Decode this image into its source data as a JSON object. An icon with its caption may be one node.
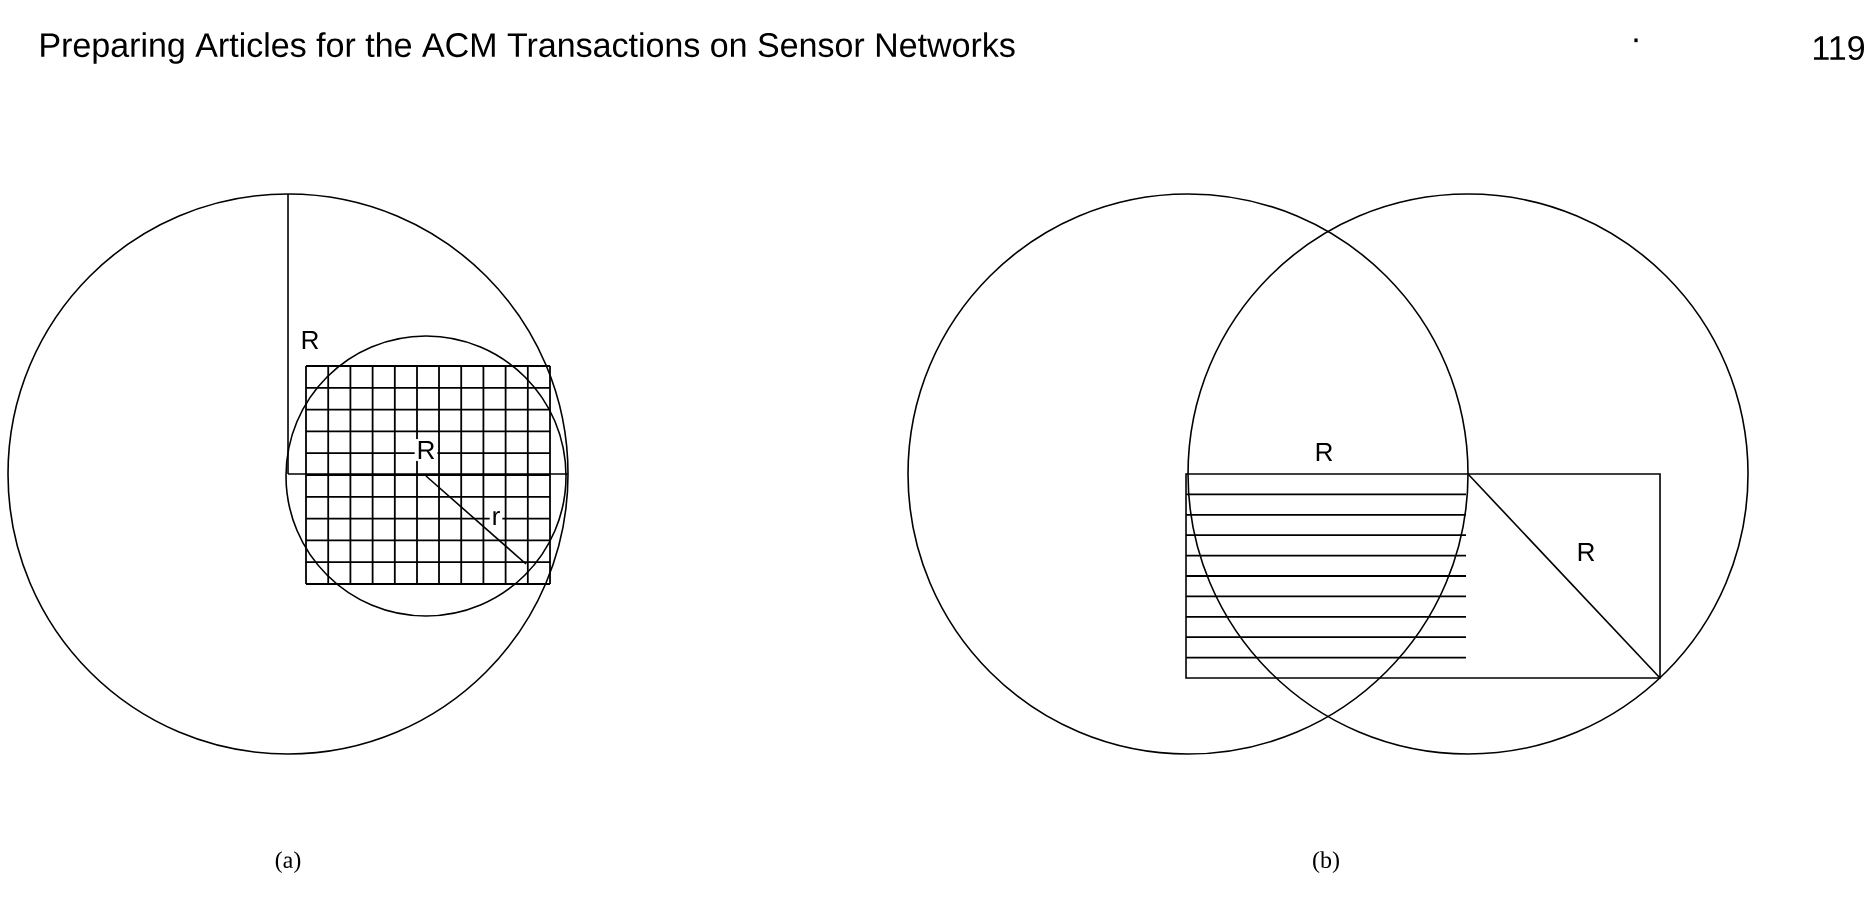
{
  "diagram": {
    "labels": [
      "Preparing Articles for the ACM Transactions on Sensor Networks",
      "·",
      "119",
      "R",
      "R",
      "r",
      "(a)",
      "R",
      "R",
      "(b)"
    ]
  }
}
